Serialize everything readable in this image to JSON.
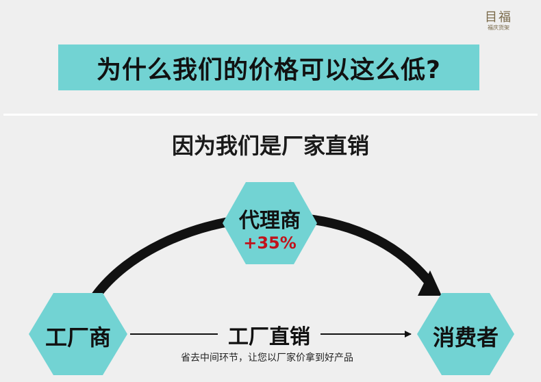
{
  "logo": {
    "mark": "目福",
    "sub": "福庆货架"
  },
  "title": "为什么我们的价格可以这么低?",
  "subtitle": "因为我们是厂家直销",
  "nodes": {
    "factory": "工厂商",
    "agent": "代理商",
    "agent_markup": "+35%",
    "consumer": "消费者"
  },
  "direct_label": "工厂直销",
  "note": "省去中间环节，让您以厂家价拿到好产品",
  "colors": {
    "accent": "#72d3d3",
    "markup": "#c0121b",
    "arrow": "#111111"
  }
}
